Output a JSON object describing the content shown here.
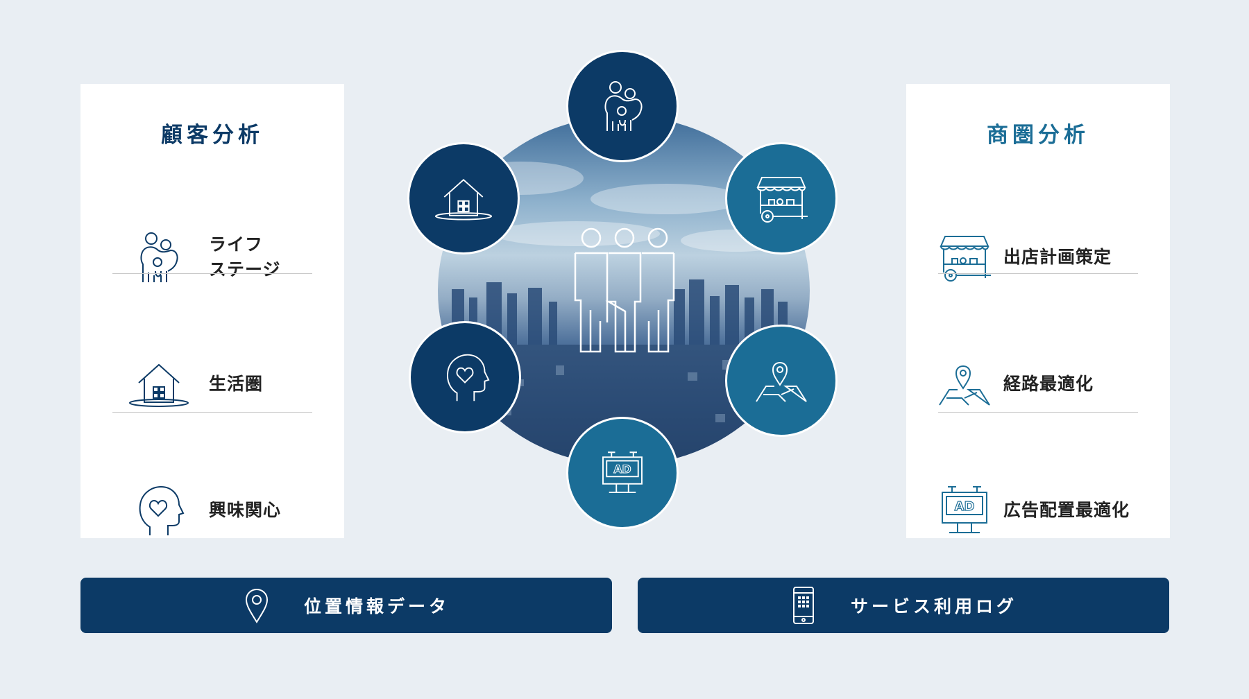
{
  "left_panel": {
    "title": "顧客分析",
    "items": [
      {
        "label": "ライフ\nステージ",
        "icon": "family-icon"
      },
      {
        "label": "生活圏",
        "icon": "house-icon"
      },
      {
        "label": "興味関心",
        "icon": "heart-head-icon"
      }
    ]
  },
  "right_panel": {
    "title": "商圏分析",
    "items": [
      {
        "label": "出店計画策定",
        "icon": "market-stall-icon"
      },
      {
        "label": "経路最適化",
        "icon": "map-pin-icon"
      },
      {
        "label": "広告配置最適化",
        "icon": "billboard-icon"
      }
    ]
  },
  "center": {
    "ad_text": "AD",
    "center_icon": "people-group-icon"
  },
  "bottom_bars": [
    {
      "label": "位置情報データ",
      "icon": "location-pin-icon"
    },
    {
      "label": "サービス利用ログ",
      "icon": "smartphone-icon"
    }
  ],
  "colors": {
    "navy": "#0c3a66",
    "teal": "#1b6d96",
    "background": "#e9eef3"
  }
}
